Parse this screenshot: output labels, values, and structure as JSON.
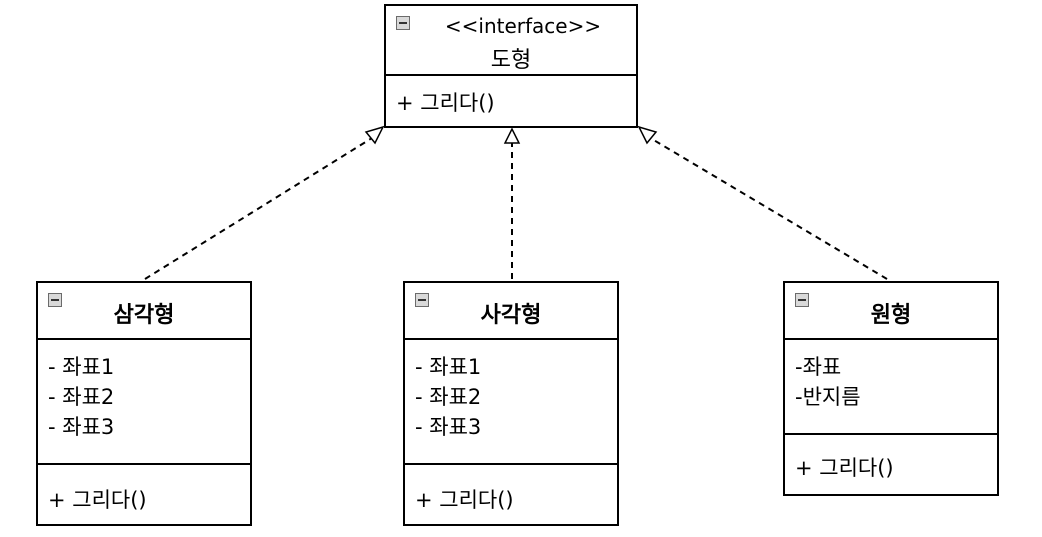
{
  "interface_box": {
    "stereotype": "<<interface>>",
    "name": "도형",
    "operations": [
      "+ 그리다()"
    ]
  },
  "classes": [
    {
      "name": "삼각형",
      "attributes": [
        "- 좌표1",
        "- 좌표2",
        "- 좌표3"
      ],
      "operations": [
        "+ 그리다()"
      ]
    },
    {
      "name": "사각형",
      "attributes": [
        "- 좌표1",
        "- 좌표2",
        "- 좌표3"
      ],
      "operations": [
        "+ 그리다()"
      ]
    },
    {
      "name": "원형",
      "attributes": [
        "-좌표",
        "-반지름"
      ],
      "operations": [
        "+ 그리다()"
      ]
    }
  ],
  "relationships": [
    {
      "from": "삼각형",
      "to": "도형",
      "type": "realization"
    },
    {
      "from": "사각형",
      "to": "도형",
      "type": "realization"
    },
    {
      "from": "원형",
      "to": "도형",
      "type": "realization"
    }
  ],
  "colors": {
    "line": "#000000",
    "icon_fill": "#d9d9d9",
    "background": "#ffffff"
  }
}
